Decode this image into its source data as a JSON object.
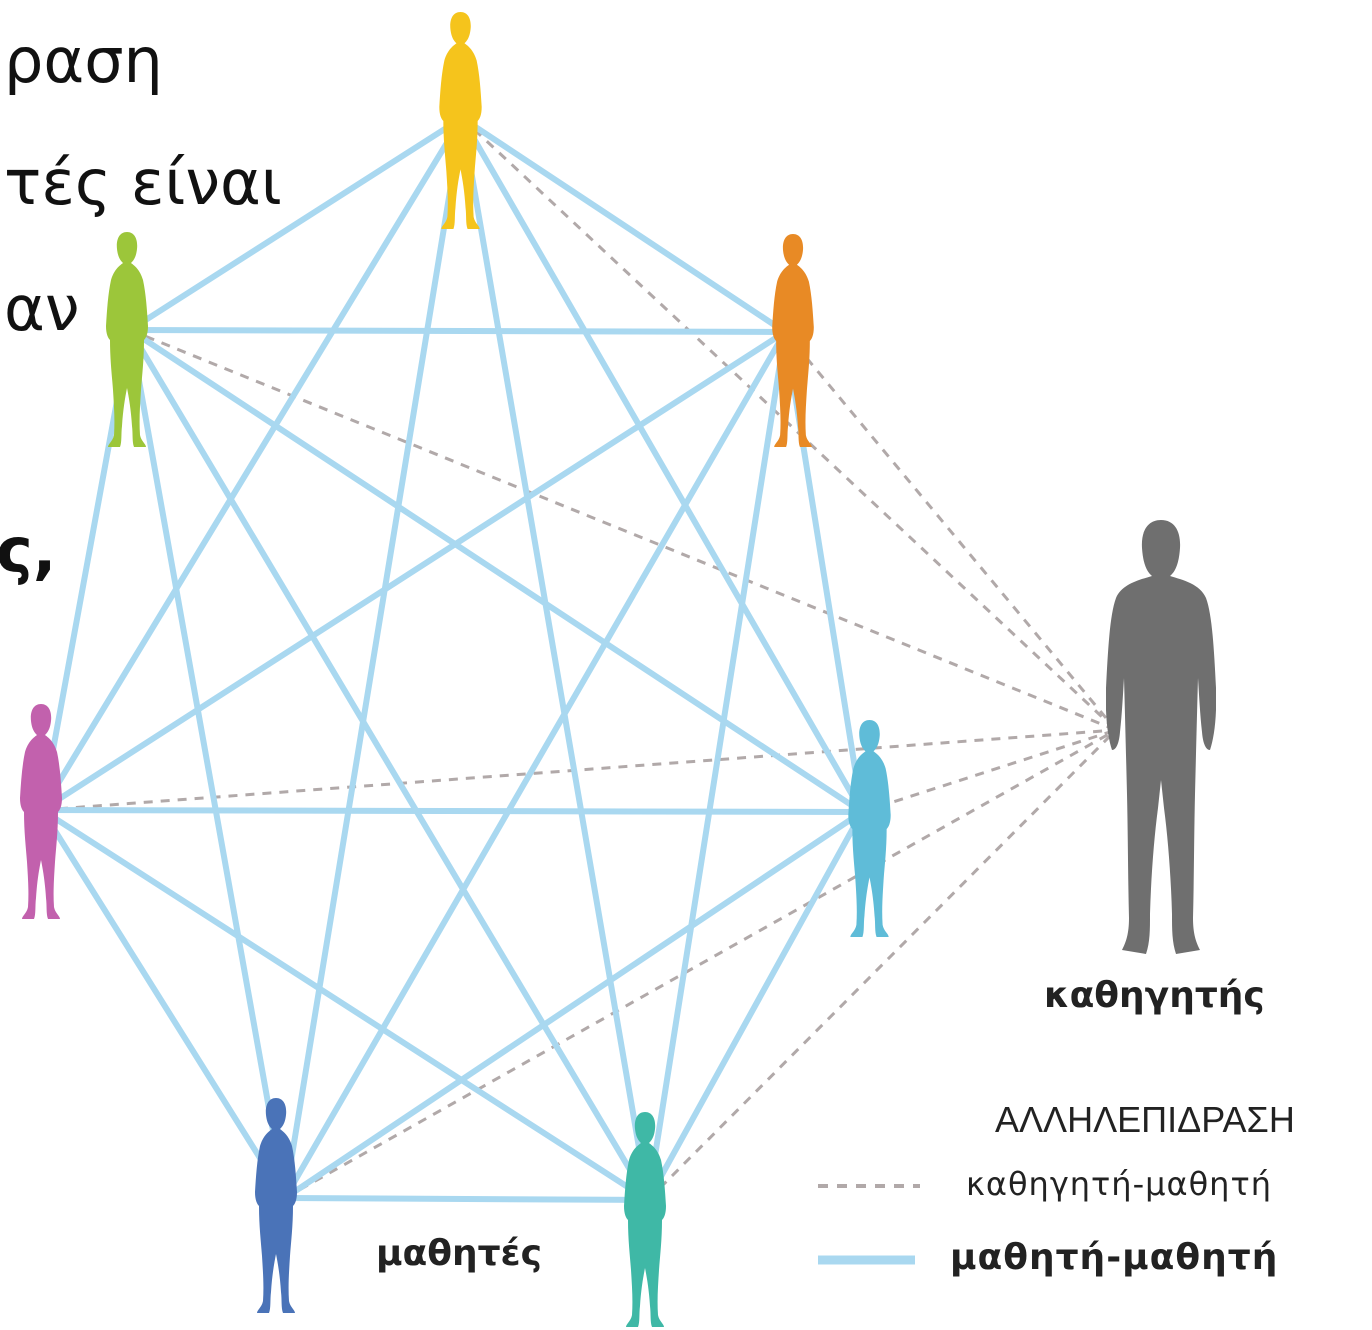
{
  "background_text": {
    "line1": "ραση",
    "line2": "τές είναι",
    "line3": "αν",
    "line4": "ς,"
  },
  "labels": {
    "teacher": "καθηγητής",
    "students": "μαθητές"
  },
  "legend": {
    "title": "ΑΛΛΗΛΕΠΙΔΡΑΣΗ",
    "teacher_student": "καθηγητή-μαθητή",
    "student_student": "μαθητή-μαθητή"
  },
  "colors": {
    "student_link": "#a9d8f0",
    "teacher_link": "#b1a9a9",
    "teacher": "#6f6f6f",
    "students": [
      "#f5c41c",
      "#e88a25",
      "#5fbcd8",
      "#3fb8a6",
      "#4a73b8",
      "#c261ad",
      "#9cc63a"
    ]
  }
}
